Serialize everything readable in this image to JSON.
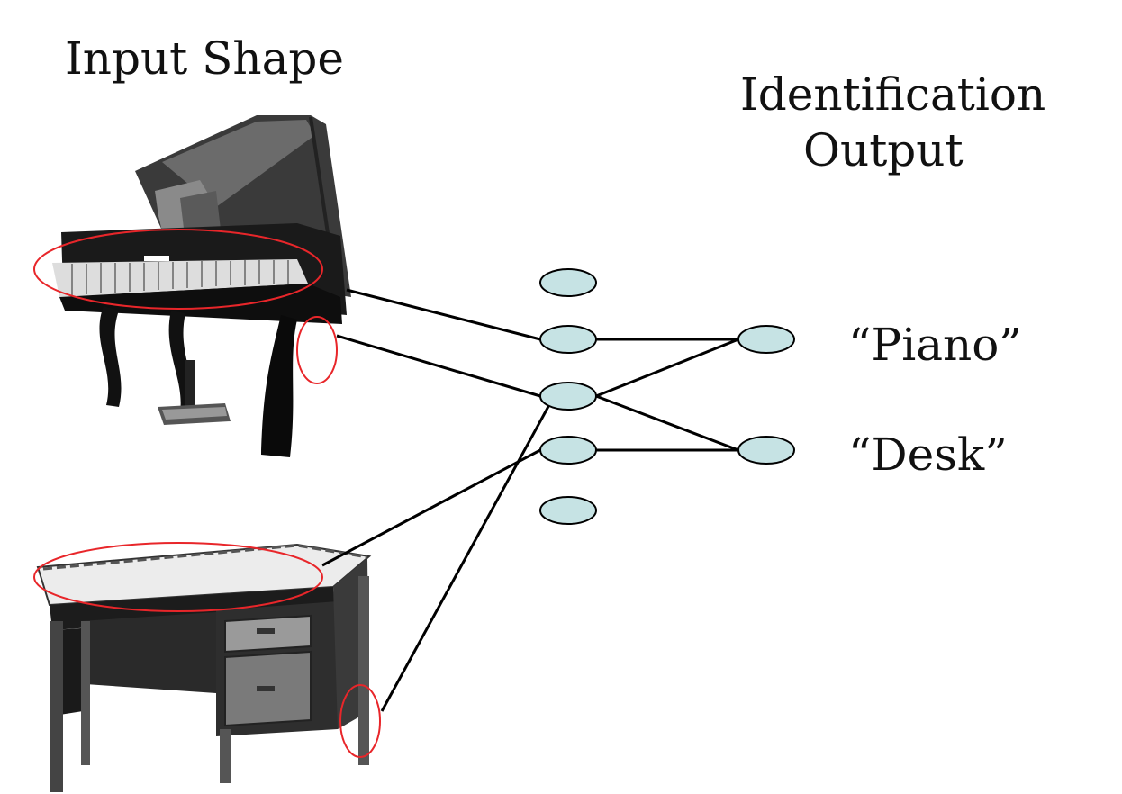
{
  "headings": {
    "input": "Input Shape",
    "output_line1": "Identification",
    "output_line2": "Output"
  },
  "outputs": {
    "piano": "“Piano”",
    "desk": "“Desk”"
  },
  "colors": {
    "node_fill": "#c6e3e4",
    "highlight": "#e8262a",
    "line": "#000000"
  },
  "images": {
    "piano": "grand-piano-illustration",
    "desk": "office-desk-illustration"
  }
}
